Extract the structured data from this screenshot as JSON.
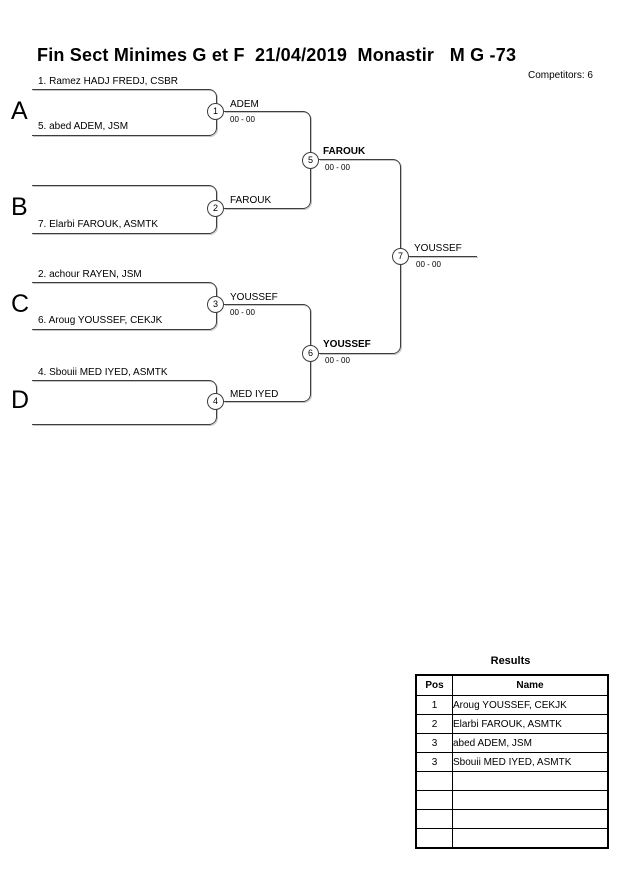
{
  "page": {
    "title": "Fin Sect Minimes G et F  21/04/2019  Monastir   M G -73",
    "competitors": "Competitors: 6"
  },
  "bracket": {
    "pools": [
      {
        "letter": "A",
        "seed_top": "1. Ramez HADJ FREDJ, CSBR",
        "seed_bottom": "5. abed ADEM, JSM"
      },
      {
        "letter": "B",
        "seed_top": "",
        "seed_bottom": "7. Elarbi FAROUK, ASMTK"
      },
      {
        "letter": "C",
        "seed_top": "2. achour RAYEN, JSM",
        "seed_bottom": "6. Aroug YOUSSEF, CEKJK"
      },
      {
        "letter": "D",
        "seed_top": "4. Sbouii MED IYED, ASMTK",
        "seed_bottom": ""
      }
    ],
    "matches": [
      {
        "no": "1",
        "winner": "ADEM",
        "score": "00 - 00"
      },
      {
        "no": "2",
        "winner": "FAROUK",
        "score": ""
      },
      {
        "no": "3",
        "winner": "YOUSSEF",
        "score": "00 - 00"
      },
      {
        "no": "4",
        "winner": "MED IYED",
        "score": ""
      },
      {
        "no": "5",
        "winner": "FAROUK",
        "score": "00 - 00"
      },
      {
        "no": "6",
        "winner": "YOUSSEF",
        "score": "00 - 00"
      },
      {
        "no": "7",
        "winner": "YOUSSEF",
        "score": "00 - 00"
      }
    ]
  },
  "results": {
    "title": "Results",
    "columns": [
      "Pos",
      "Name"
    ],
    "rows": [
      {
        "pos": "1",
        "name": "Aroug YOUSSEF, CEKJK"
      },
      {
        "pos": "2",
        "name": "Elarbi FAROUK, ASMTK"
      },
      {
        "pos": "3",
        "name": "abed ADEM, JSM"
      },
      {
        "pos": "3",
        "name": "Sbouii MED IYED, ASMTK"
      },
      {
        "pos": "",
        "name": ""
      },
      {
        "pos": "",
        "name": ""
      },
      {
        "pos": "",
        "name": ""
      },
      {
        "pos": "",
        "name": ""
      }
    ]
  }
}
